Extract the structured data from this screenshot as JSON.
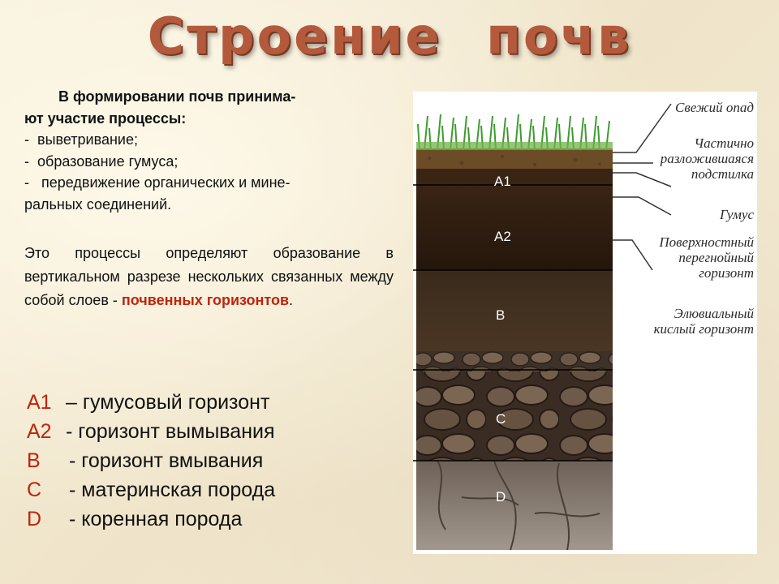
{
  "title": "Строение  почв",
  "intro": {
    "line1": "В  формировании почв принима-",
    "line2": "ют  участие  процессы:",
    "items": [
      "выветривание;",
      "образование гумуса;",
      "передвижение органических и мине-"
    ],
    "line_last": "ральных  соединений."
  },
  "paragraph": {
    "text": "Это процессы определяют образование в вертикальном разрезе нескольких связанных между собой слоев -",
    "highlight": "почвенных  горизонтов",
    "end": "."
  },
  "legend": [
    {
      "key": "A1",
      "desc": "– гумусовый  горизонт"
    },
    {
      "key": "A2",
      "desc": "- горизонт  вымывания"
    },
    {
      "key": "B",
      "desc": "- горизонт  вмывания"
    },
    {
      "key": "C",
      "desc": "- материнская порода"
    },
    {
      "key": "D",
      "desc": "- коренная порода"
    }
  ],
  "diagram": {
    "horizons": [
      "A1",
      "A2",
      "B",
      "C",
      "D"
    ],
    "right_labels": [
      [
        "Свежий опад"
      ],
      [
        "Частично",
        "разложившаяся",
        "подстилка"
      ],
      [
        "Гумус"
      ],
      [
        "Поверхностный",
        "перегнойный",
        "горизонт"
      ],
      [
        "Элювиальный",
        "кислый горизонт"
      ]
    ],
    "colors": {
      "grass": "#4da83a",
      "litter": "#7a5a2a",
      "humus": "#2a1a0e",
      "a2": "#3a2616",
      "b": "#3f2c1c",
      "c": "#4e3f33",
      "d": "#8a7c70"
    }
  }
}
